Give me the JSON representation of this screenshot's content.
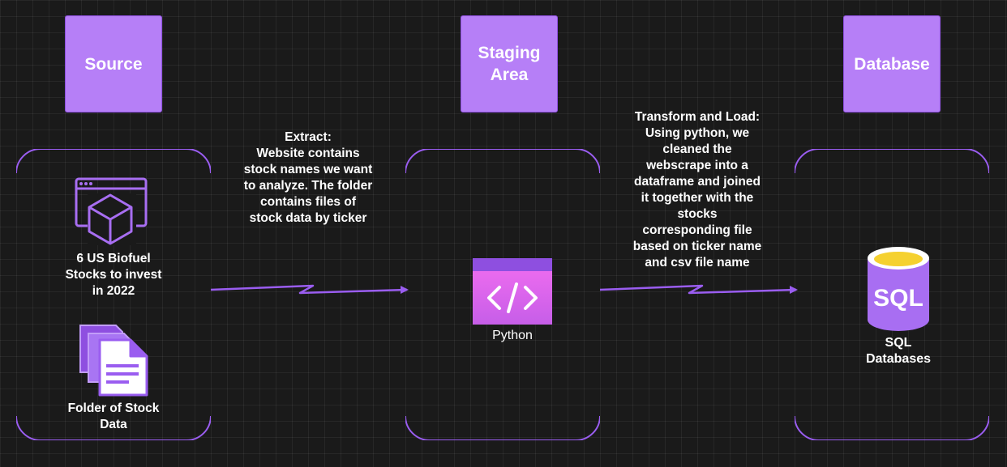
{
  "headers": {
    "source": "Source",
    "staging": "Staging\nArea",
    "database": "Database"
  },
  "source": {
    "website_label": "6 US Biofuel\nStocks to invest\nin 2022",
    "folder_label": "Folder of Stock\nData",
    "website_icon": "website-cube-icon",
    "folder_icon": "documents-folder-icon"
  },
  "extract": {
    "text": "Extract:\nWebsite contains\nstock names we want\nto analyze. The folder\ncontains files of\nstock data by ticker"
  },
  "staging": {
    "python_label": "Python",
    "python_icon": "code-brackets-icon"
  },
  "transform": {
    "text": "Transform and Load:\nUsing python, we\ncleaned the\nwebscrape into a\ndataframe and joined\nit together with the\nstocks\ncorresponding file\nbased on ticker name\nand csv file name"
  },
  "database": {
    "sql_icon_text": "SQL",
    "sql_label": "SQL\nDatabases",
    "sql_icon": "sql-database-icon"
  },
  "colors": {
    "accent": "#b67ff7",
    "line": "#9a5df0",
    "background": "#1a1a1a"
  }
}
